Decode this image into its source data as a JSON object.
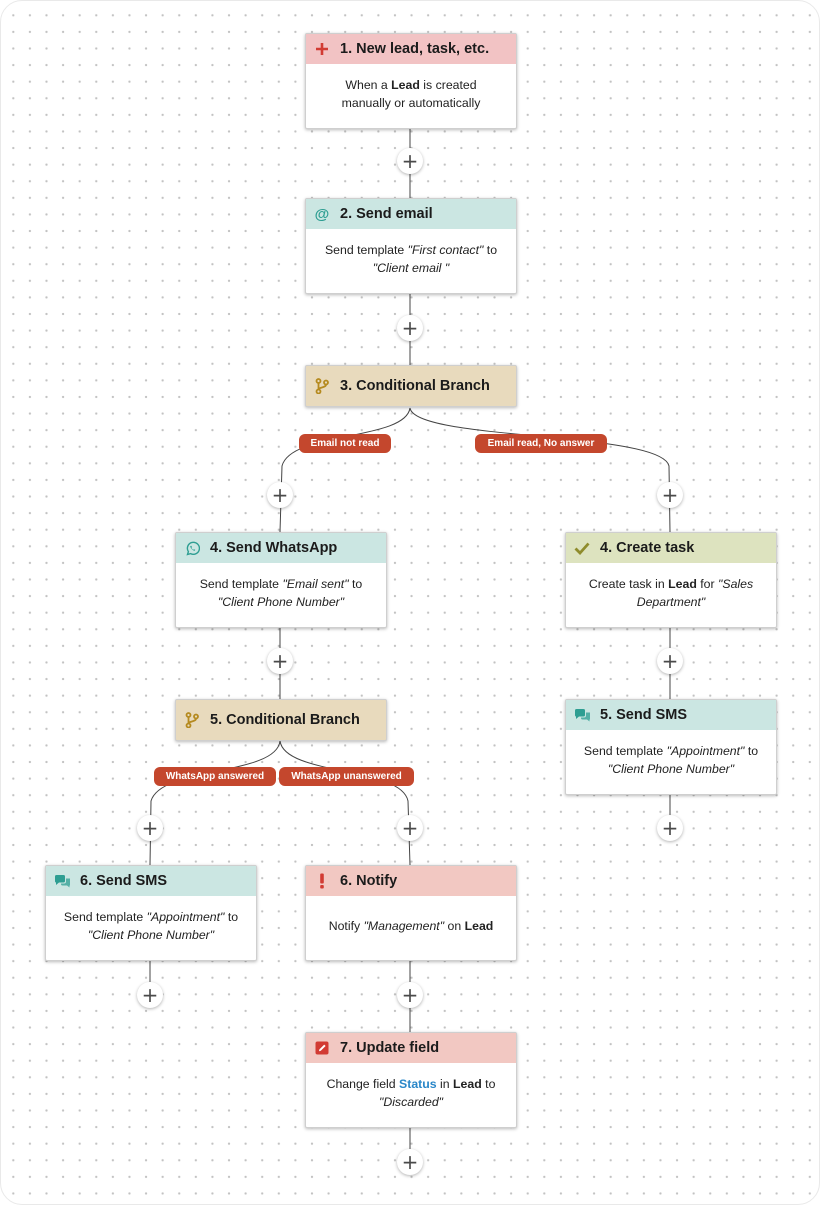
{
  "nodes": {
    "n1": {
      "title": "1.  New lead, task, etc.",
      "icon": "plus-icon",
      "header_color": "#f2c3c4",
      "body": {
        "t1": "When a ",
        "b1": "Lead",
        "t2": " is created manually or automatically"
      }
    },
    "n2": {
      "title": "2.  Send email",
      "icon": "at-sign-icon",
      "header_color": "#cbe6e2",
      "body": {
        "t1": "Send template ",
        "i1": "\"First contact\"",
        "t2": " to ",
        "i2": "\"Client email \""
      }
    },
    "n3": {
      "title": "3.  Conditional Branch",
      "icon": "branch-icon",
      "header_color": "#e8dabd"
    },
    "n4a": {
      "title": "4.  Send WhatsApp",
      "icon": "whatsapp-icon",
      "header_color": "#cbe6e2",
      "body": {
        "t1": "Send template ",
        "i1": "\"Email sent\"",
        "t2": " to ",
        "i2": "\"Client Phone Number\""
      }
    },
    "n4b": {
      "title": "4.  Create task",
      "icon": "checkmark-icon",
      "header_color": "#dde3bf",
      "body": {
        "t1": "Create task in ",
        "b1": "Lead",
        "t2": " for ",
        "i1": "\"Sales Department\""
      }
    },
    "n5a": {
      "title": "5.  Conditional Branch",
      "icon": "branch-icon",
      "header_color": "#e8dabd"
    },
    "n5b": {
      "title": "5.  Send SMS",
      "icon": "chat-bubbles-icon",
      "header_color": "#cbe6e2",
      "body": {
        "t1": "Send template ",
        "i1": "\"Appointment\"",
        "t2": " to ",
        "i2": "\"Client Phone Number\""
      }
    },
    "n6a": {
      "title": "6.  Send SMS",
      "icon": "chat-bubbles-icon",
      "header_color": "#cbe6e2",
      "body": {
        "t1": "Send template ",
        "i1": "\"Appointment\"",
        "t2": " to ",
        "i2": "\"Client Phone Number\""
      }
    },
    "n6b": {
      "title": "6.  Notify",
      "icon": "exclamation-icon",
      "header_color": "#f2c8c2",
      "body": {
        "t1": "Notify ",
        "i1": "\"Management\"",
        "t2": " on ",
        "b1": "Lead"
      }
    },
    "n7": {
      "title": "7.  Update field",
      "icon": "edit-icon",
      "header_color": "#f2c8c2",
      "body": {
        "t1": "Change field ",
        "l1": "Status",
        "t2": " in ",
        "b1": "Lead",
        "t3": " to ",
        "i1": "\"Discarded\""
      }
    }
  },
  "branch_labels": {
    "b1_left": "Email not read",
    "b1_right": "Email read, No answer",
    "b2_left": "WhatsApp answered",
    "b2_right": "WhatsApp unanswered"
  },
  "add_symbol": "+",
  "colors": {
    "branch_tag": "#c4472d",
    "link": "#2a87c8",
    "connector": "#444444"
  }
}
